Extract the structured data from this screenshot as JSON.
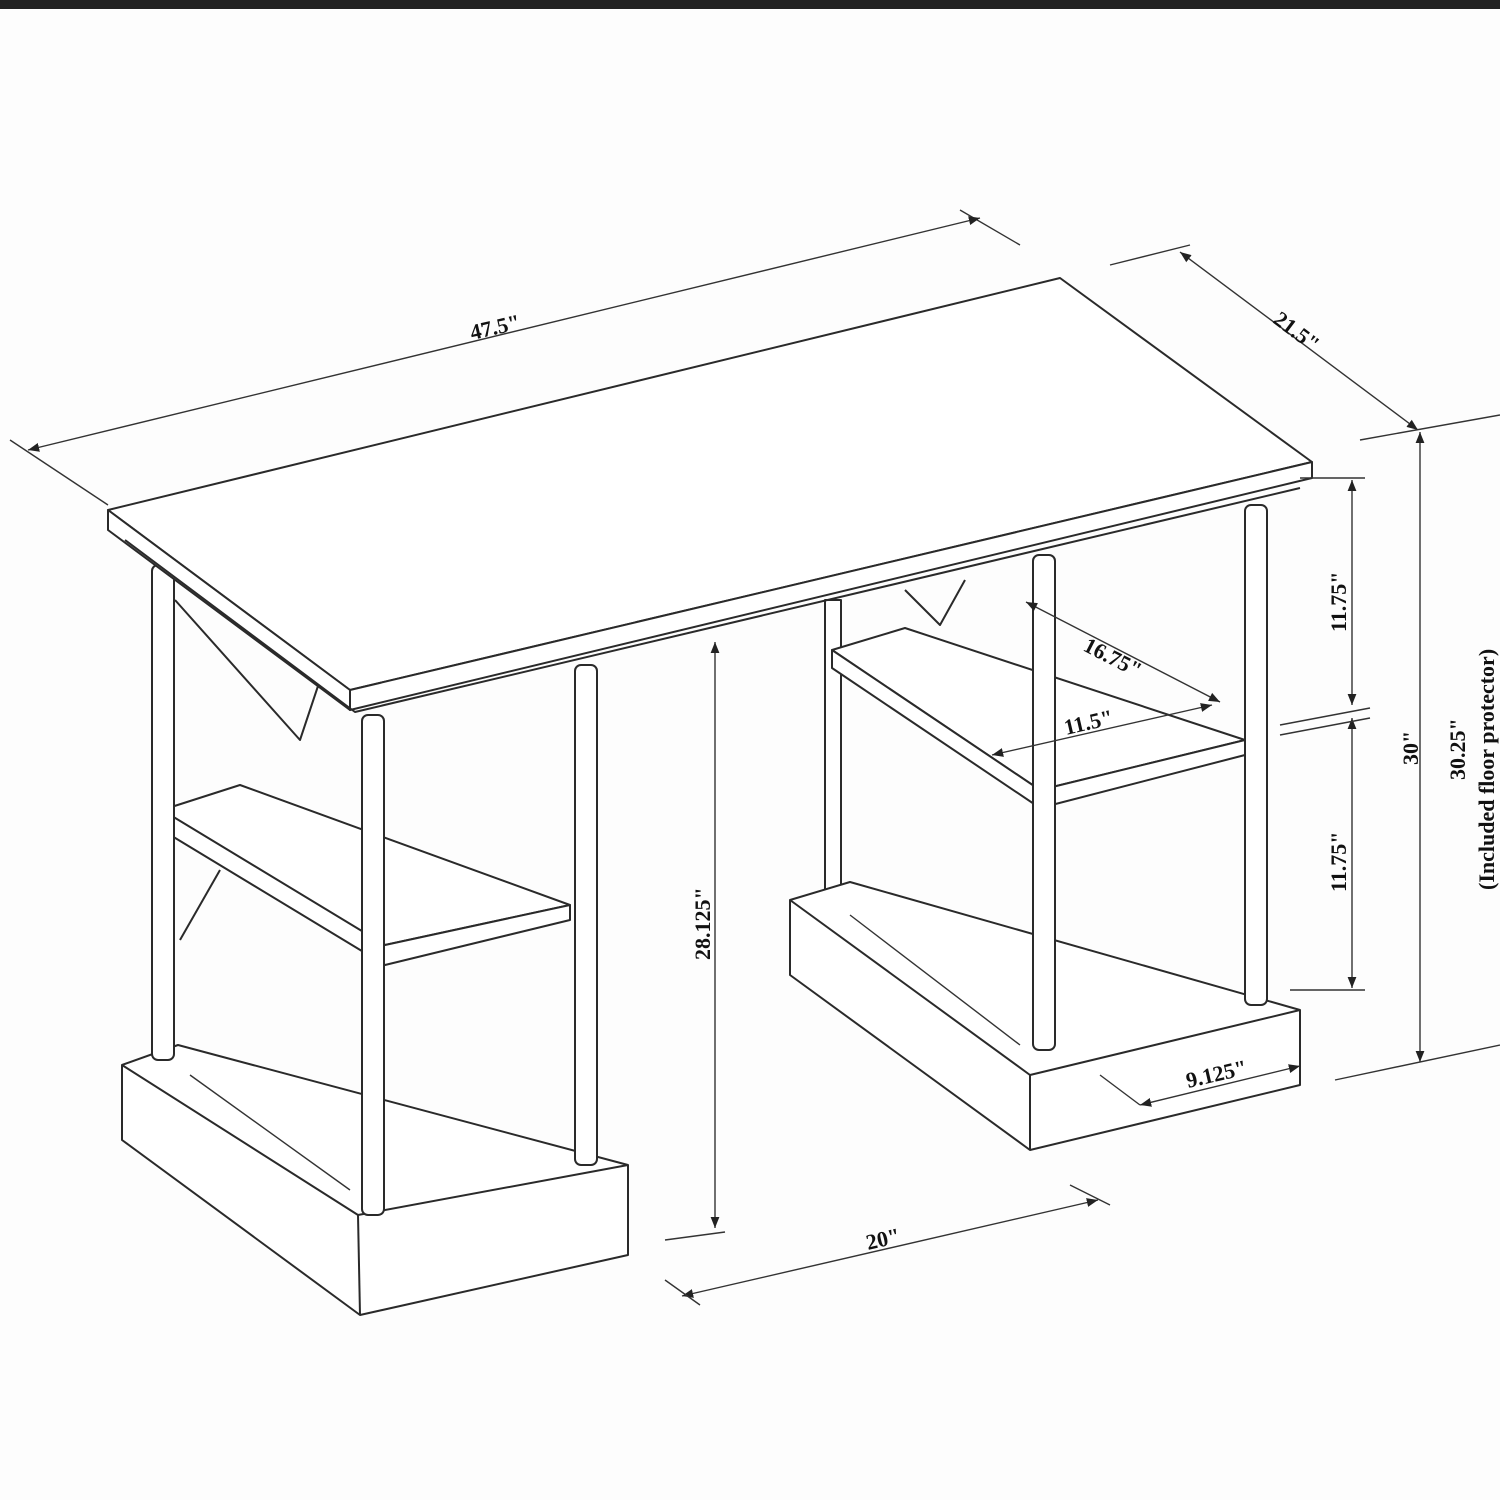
{
  "dimensions": {
    "width": "47.5\"",
    "depth": "21.5\"",
    "height": "30\"",
    "height_with_protector": "30.25\"",
    "height_with_protector_note": "(Included floor protector)",
    "upper_shelf_gap": "11.75\"",
    "lower_shelf_gap": "11.75\"",
    "knee_clearance_height": "28.125\"",
    "knee_clearance_width": "20\"",
    "shelf_depth": "16.75\"",
    "shelf_width": "11.5\"",
    "pedestal_width": "9.125\""
  },
  "colors": {
    "line": "#2a2a2a",
    "background": "#fdfdfd",
    "top_bar": "#222222"
  }
}
